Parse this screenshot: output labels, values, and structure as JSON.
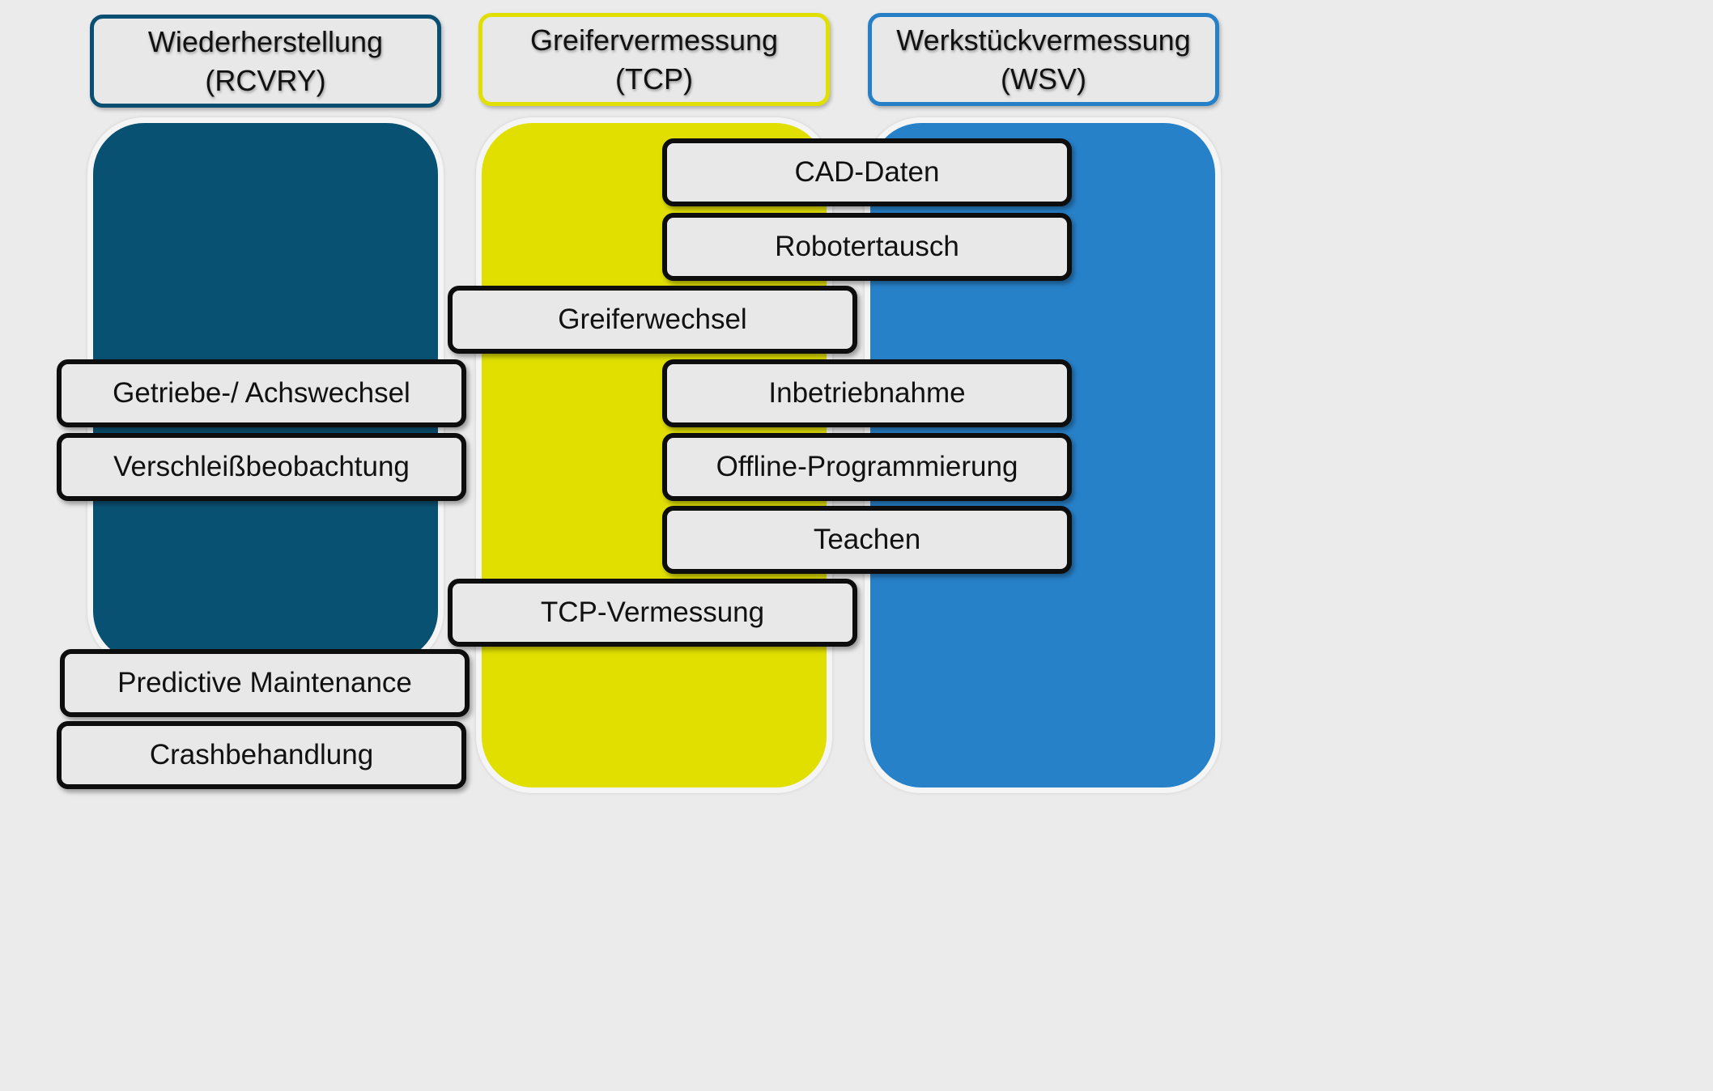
{
  "columns": [
    {
      "title_line1": "Wiederherstellung",
      "title_line2": "(RCVRY)",
      "color": "#095172"
    },
    {
      "title_line1": "Greifervermessung",
      "title_line2": "(TCP)",
      "color": "#e0df00"
    },
    {
      "title_line1": "Werkstückvermessung",
      "title_line2": "(WSV)",
      "color": "#2781c9"
    }
  ],
  "items": {
    "cad_daten": "CAD-Daten",
    "robotertausch": "Robotertausch",
    "greiferwechsel": "Greiferwechsel",
    "getriebe_achswechsel": "Getriebe-/ Achswechsel",
    "inbetriebnahme": "Inbetriebnahme",
    "verschleissbeobachtung": "Verschleißbeobachtung",
    "offline_programmierung": "Offline-Programmierung",
    "teachen": "Teachen",
    "tcp_vermessung": "TCP-Vermessung",
    "predictive_maintenance": "Predictive Maintenance",
    "crashbehandlung": "Crashbehandlung"
  }
}
